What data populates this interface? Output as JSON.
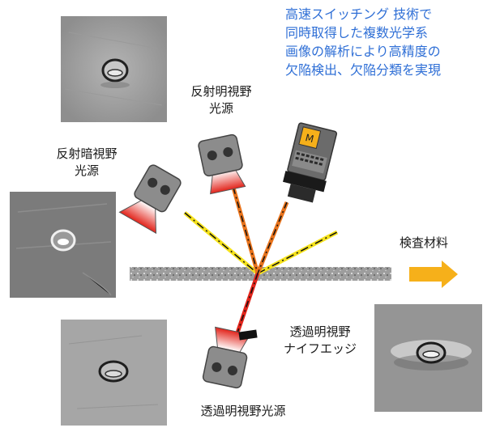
{
  "headline": "高速スイッチング 技術で\n同時取得した複数光学系\n画像の解析により高精度の\n欠陥検出、欠陥分類を実現",
  "labels": {
    "reflect_bright": "反射明視野\n光源",
    "reflect_dark": "反射暗視野\n光源",
    "inspect_material": "検査材料",
    "trans_knife": "透過明視野\nナイフエッジ",
    "trans_bright": "透過明視野光源"
  },
  "colors": {
    "headline": "#2f6fd6",
    "beam_yellow": "#f5e21b",
    "beam_orange": "#e8731c",
    "beam_red": "#e2241b",
    "arrow": "#f6b01a",
    "light_body": "#8c8c8c",
    "camera_body": "#6b6b6b"
  },
  "icons": [
    "defect-photo",
    "light-source-icon",
    "camera-icon",
    "arrow-right-icon",
    "conveyor-material"
  ]
}
